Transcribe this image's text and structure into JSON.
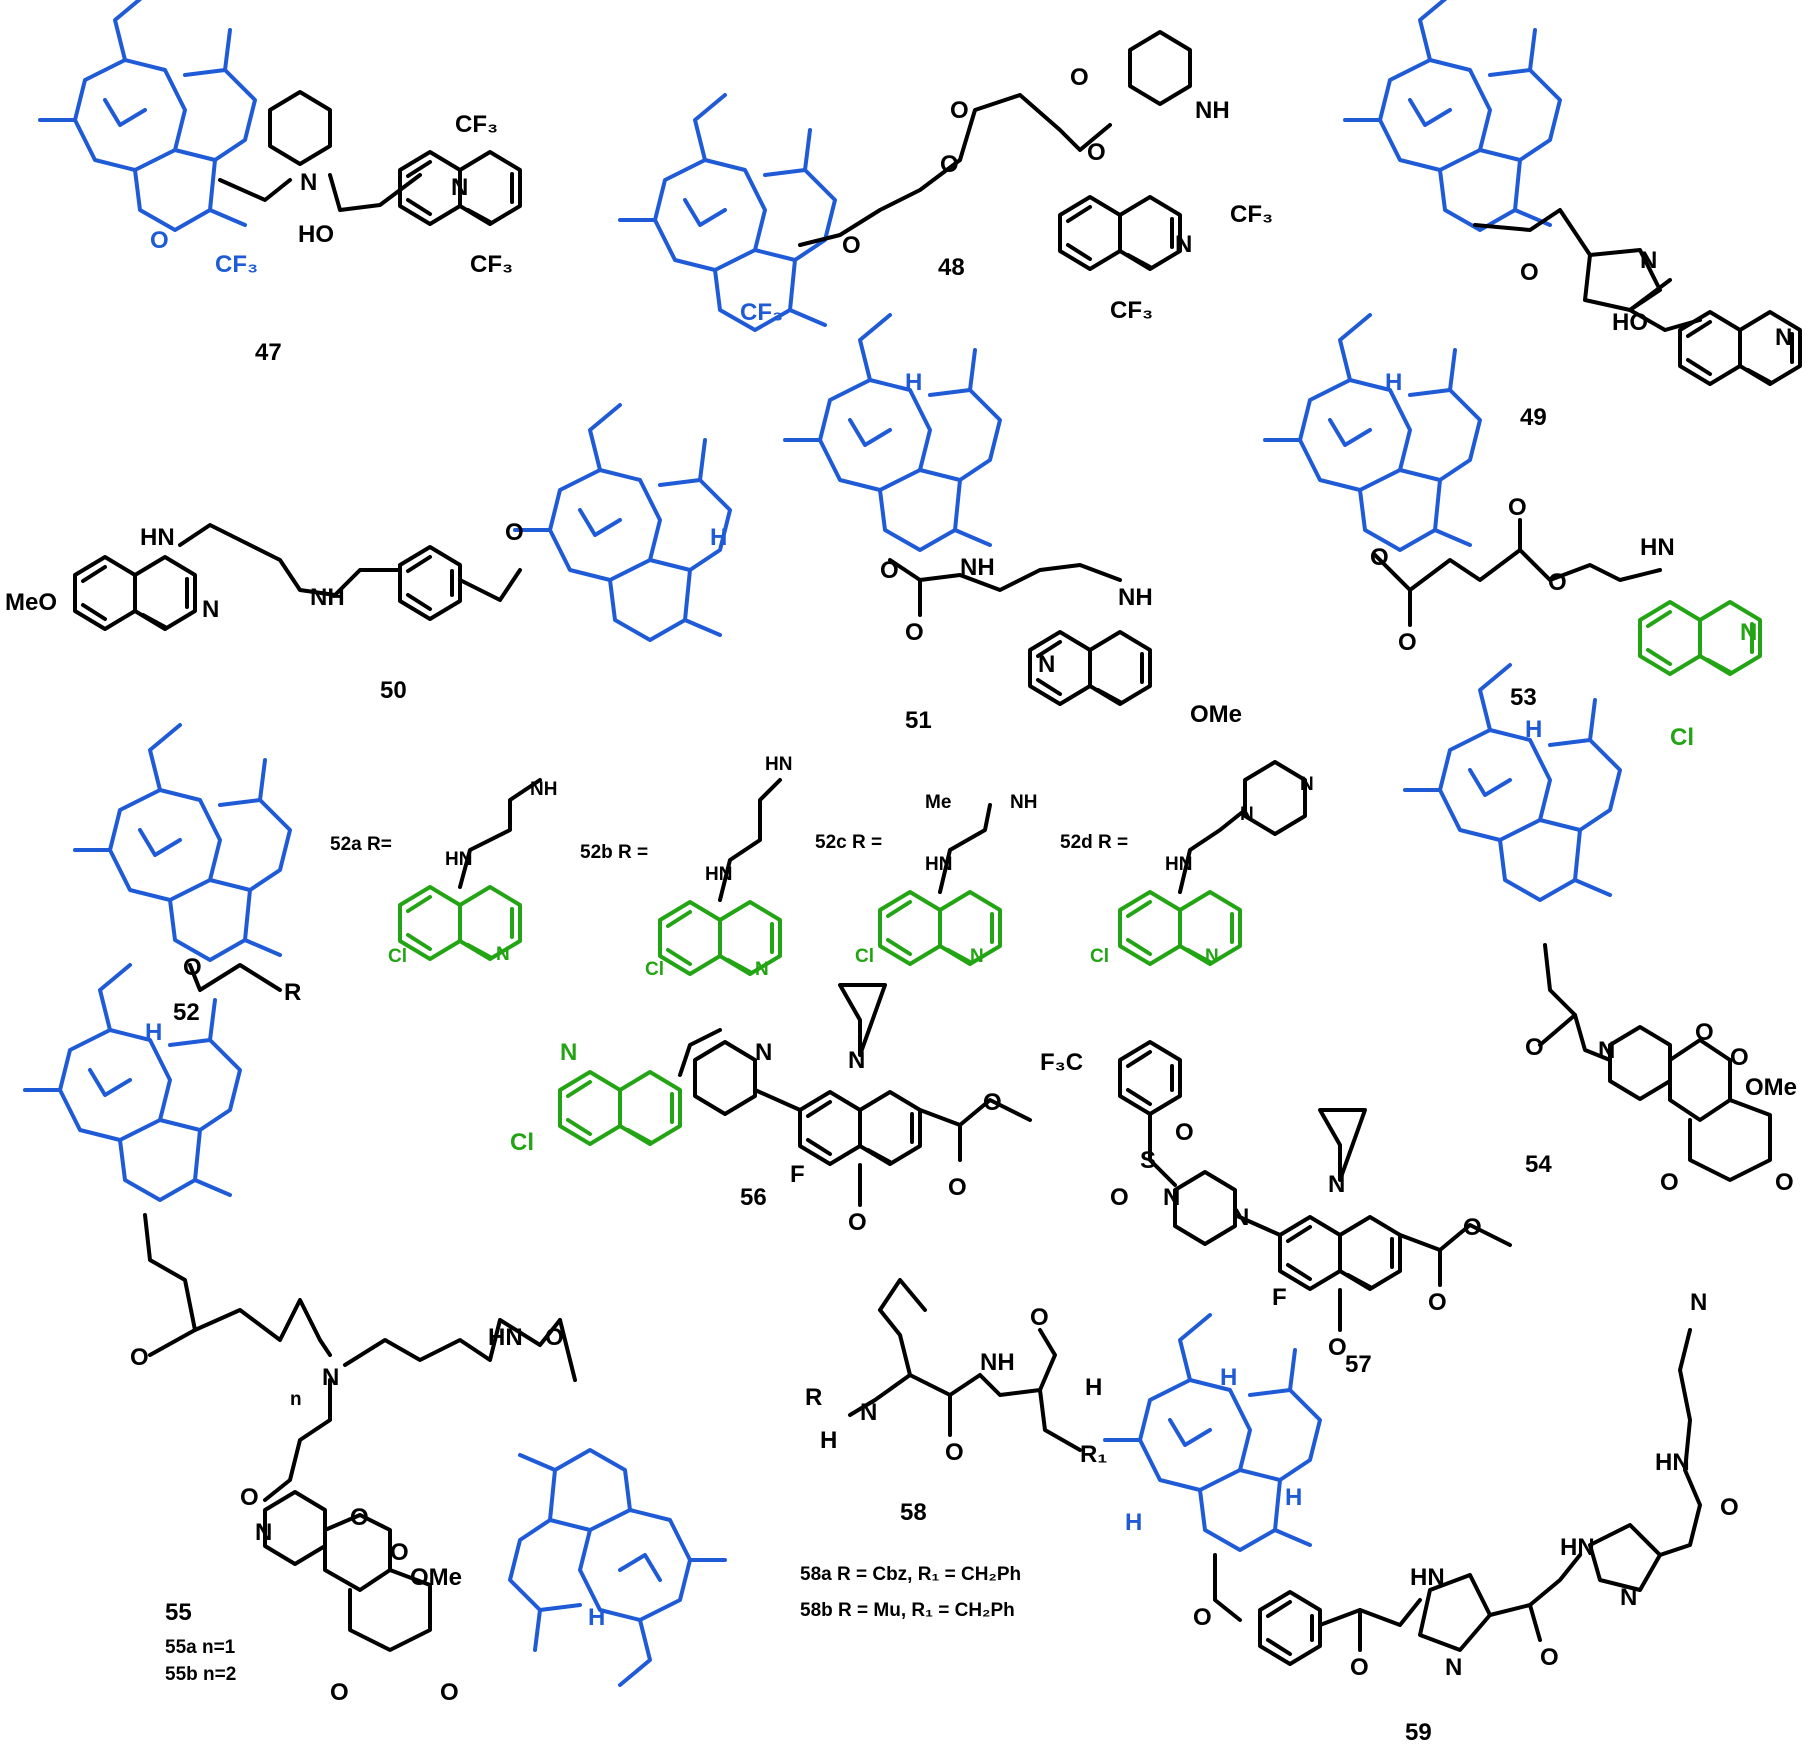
{
  "compounds": [
    {
      "id": "47",
      "label": "47"
    },
    {
      "id": "48",
      "label": "48"
    },
    {
      "id": "49",
      "label": "49"
    },
    {
      "id": "50",
      "label": "50"
    },
    {
      "id": "51",
      "label": "51"
    },
    {
      "id": "53",
      "label": "53"
    },
    {
      "id": "52",
      "label": "52"
    },
    {
      "id": "54",
      "label": "54"
    },
    {
      "id": "55",
      "label": "55"
    },
    {
      "id": "56",
      "label": "56"
    },
    {
      "id": "57",
      "label": "57"
    },
    {
      "id": "58",
      "label": "58"
    },
    {
      "id": "59",
      "label": "59"
    }
  ],
  "variants": {
    "r52a": "52a   R=",
    "r52b": "52b  R =",
    "r52c": "52c  R =",
    "r52d": "52d  R =",
    "v55a": "55a n=1",
    "v55b": "55b n=2",
    "v58a": "58a  R = Cbz, R₁ = CH₂Ph",
    "v58b": "58b  R = Mu,  R₁ = CH₂Ph"
  },
  "atoms": {
    "cf3": "CF₃",
    "f3c": "F₃C",
    "n": "N",
    "nh": "NH",
    "hn": "HN",
    "h": "H",
    "o": "O",
    "ho": "HO",
    "ome": "OMe",
    "meo": "MeO",
    "cl": "Cl",
    "f": "F",
    "s": "S",
    "me": "Me",
    "r": "R",
    "r1": "R₁",
    "n_sub": "n"
  },
  "colors": {
    "artemisinin_core": "#1f5bd6",
    "quinoline_core": "#23a414",
    "other": "#000000"
  }
}
